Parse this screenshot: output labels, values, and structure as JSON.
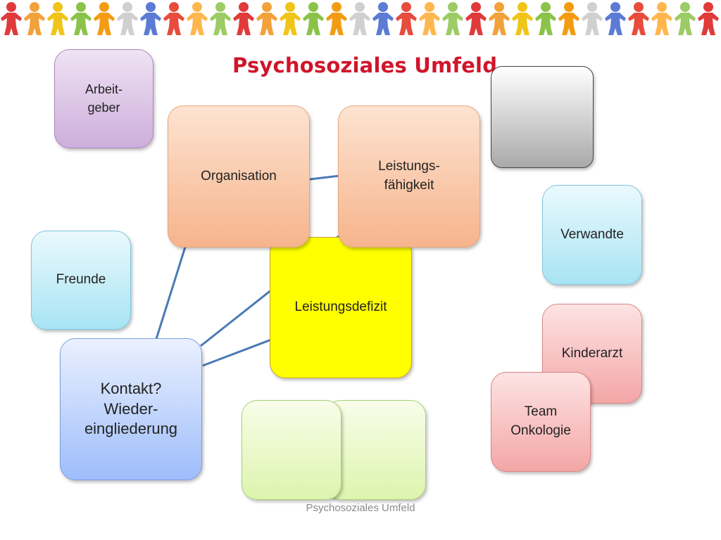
{
  "title": "Psychosoziales Umfeld",
  "footer": "Psychosoziales Umfeld",
  "nodes": {
    "arbeitgeber": "Arbeit-\ngeber",
    "organisation": "Organisation",
    "leistungsfaehigkeit": "Leistungs-\nfähigkeit",
    "leistungsdefizit": "Leistungsdefizit",
    "freunde": "Freunde",
    "verwandte": "Verwandte",
    "kinderarzt": "Kinderarzt",
    "team_onkologie": "Team\nOnkologie",
    "kontakt": "Kontakt?\nWieder-\neingliederung",
    "green_left": "",
    "green_right": "",
    "gray": ""
  },
  "colors": {
    "title": "#d0152a",
    "connector": "#4a7ab5",
    "core": "#ffff00"
  }
}
